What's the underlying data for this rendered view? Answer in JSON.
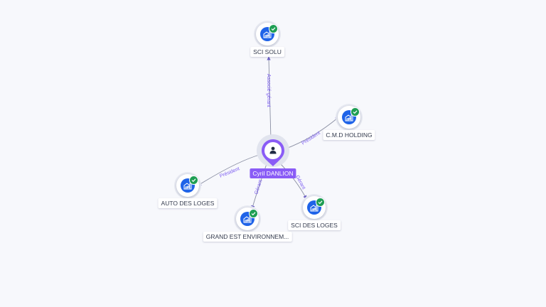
{
  "colors": {
    "background": "#f7f8fc",
    "accent": "#8a5cf6",
    "company_icon": "#1f63e8",
    "verified": "#1e9e54",
    "edge_label": "#7b5cf0"
  },
  "center": {
    "name": "Cyril DANLION",
    "icon": "person-icon"
  },
  "companies": [
    {
      "name": "SCI SOLU",
      "icon": "building-icon",
      "verified": true
    },
    {
      "name": "C.M.D HOLDING",
      "icon": "building-icon",
      "verified": true
    },
    {
      "name": "AUTO DES LOGES",
      "icon": "building-icon",
      "verified": true
    },
    {
      "name": "GRAND EST ENVIRONNEM...",
      "icon": "building-icon",
      "verified": true
    },
    {
      "name": "SCI DES LOGES",
      "icon": "building-icon",
      "verified": true
    }
  ],
  "relations": [
    {
      "label": "Associé-gérant"
    },
    {
      "label": "Président"
    },
    {
      "label": "Président"
    },
    {
      "label": "Gérant"
    },
    {
      "label": "Gérant"
    }
  ]
}
